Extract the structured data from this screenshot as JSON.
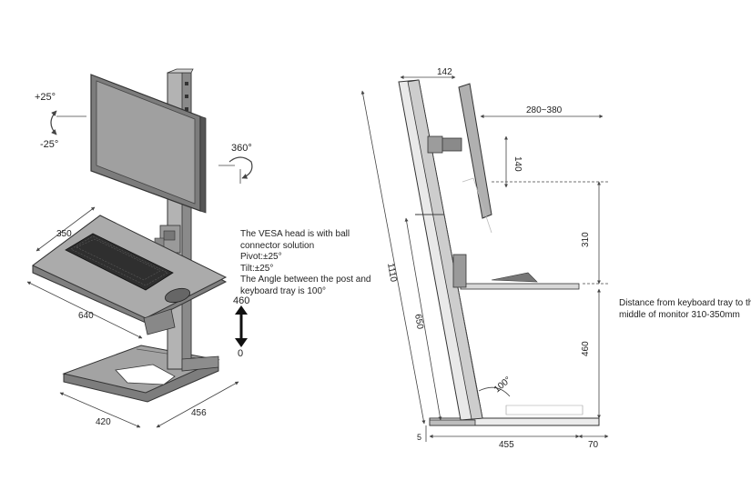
{
  "colors": {
    "line": "#333333",
    "steel": "#9a9a9a",
    "steel_dark": "#6e6e6e",
    "screen": "#8f8f8f",
    "keyboard": "#3a3a3a",
    "dim": "#555555"
  },
  "left_view": {
    "tilt_up": "+25°",
    "tilt_down": "-25°",
    "rotation": "360°",
    "tray_width": "350",
    "tray_length": "640",
    "base_width": "420",
    "base_depth": "456",
    "height_max": "460",
    "height_min": "0"
  },
  "vesa_note": {
    "lines": [
      "The VESA head is with ball",
      "connector solution",
      "Pivot:±25°",
      "Tilt:±25°",
      "The Angle between the post and",
      "keyboard tray is 100°"
    ]
  },
  "side_view": {
    "arm_depth": "142",
    "reach": "280~380",
    "vesa_height": "140",
    "total_height": "1110",
    "post_height": "650",
    "upper_gap": "310",
    "lower_gap": "460",
    "post_angle": "100°",
    "base_length": "455",
    "base_extra": "70",
    "base_offset": "5"
  },
  "distance_note": {
    "lines": [
      "Distance from keyboard tray to the",
      "middle of monitor 310-350mm"
    ]
  }
}
